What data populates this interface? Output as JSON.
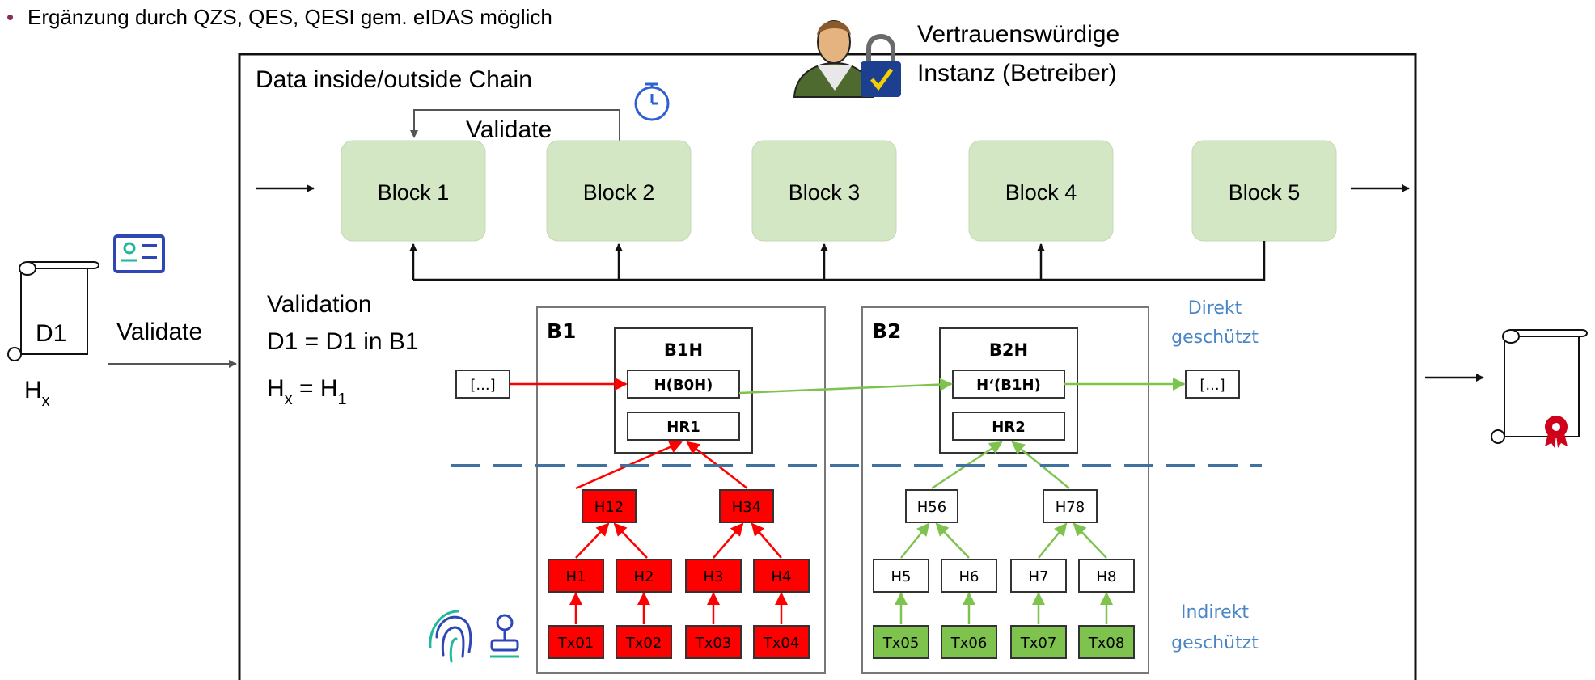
{
  "bullet": {
    "symbol": "•",
    "text": "Ergänzung durch QZS, QES, QESI gem. eIDAS möglich"
  },
  "operator": {
    "line1": "Vertrauenswürdige",
    "line2": "Instanz (Betreiber)"
  },
  "frame": {
    "title": "Data inside/outside Chain"
  },
  "validate_top": "Validate",
  "validate_left": "Validate",
  "blocks": [
    "Block 1",
    "Block 2",
    "Block 3",
    "Block 4",
    "Block 5"
  ],
  "doc": {
    "label": "D1",
    "hash_base": "H",
    "hash_sub": "x"
  },
  "validation": {
    "title": "Validation",
    "line1": "D1 = D1 in B1",
    "line2_base": "H",
    "line2_sub": "x",
    "line2_mid": " = H",
    "line2_sub2": "1"
  },
  "panel1": {
    "title": "B1",
    "header": "B1H",
    "hash_prev": "H(B0H)",
    "root": "HR1",
    "level1": [
      "H12",
      "H34"
    ],
    "leaves": [
      "H1",
      "H2",
      "H3",
      "H4"
    ],
    "tx": [
      "Tx01",
      "Tx02",
      "Tx03",
      "Tx04"
    ]
  },
  "panel2": {
    "title": "B2",
    "header": "B2H",
    "hash_prev": "H‘(B1H)",
    "root": "HR2",
    "level1": [
      "H56",
      "H78"
    ],
    "leaves": [
      "H5",
      "H6",
      "H7",
      "H8"
    ],
    "tx": [
      "Tx05",
      "Tx06",
      "Tx07",
      "Tx08"
    ]
  },
  "ellipsis_left": "[...]",
  "ellipsis_right": "[...]",
  "direct_label": {
    "line1": "Direkt",
    "line2": "geschützt"
  },
  "indirect_label": {
    "line1": "Indirekt",
    "line2": "geschützt"
  },
  "colors": {
    "block_fill": "#d4e7c5",
    "red": "#ff0000",
    "green": "#7fc34f",
    "dash": "#41729f",
    "blue_text": "#4a86c5",
    "bullet": "#8c2a5a"
  }
}
